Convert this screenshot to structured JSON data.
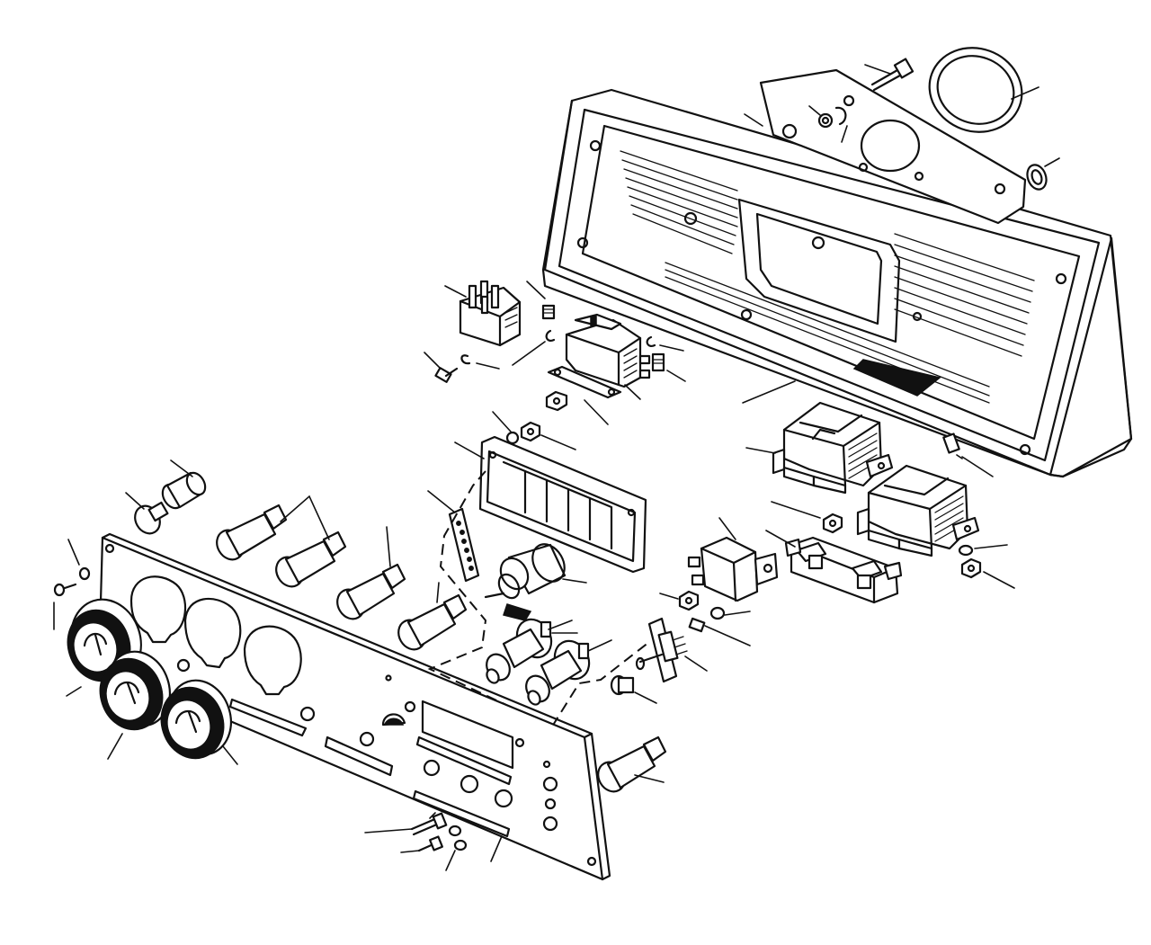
{
  "diagram": {
    "kind": "exploded-parts-illustration",
    "line_color": "#111111",
    "background_color": "#ffffff",
    "parts": [
      {
        "id": "instrument-housing"
      },
      {
        "id": "mounting-bracket-plate"
      },
      {
        "id": "sealing-ring-large"
      },
      {
        "id": "grommet-small"
      },
      {
        "id": "relay-four-pin"
      },
      {
        "id": "flasher-unit"
      },
      {
        "id": "warning-light-cluster"
      },
      {
        "id": "connector-strip"
      },
      {
        "id": "control-module-upper"
      },
      {
        "id": "control-module-lower"
      },
      {
        "id": "relay-bracket-mounted"
      },
      {
        "id": "fuse-holder"
      },
      {
        "id": "rotary-switch"
      },
      {
        "id": "push-switch-left"
      },
      {
        "id": "push-switch-right"
      },
      {
        "id": "toggle-switch"
      },
      {
        "id": "indicator-lamp-holder"
      },
      {
        "id": "gauge-left"
      },
      {
        "id": "gauge-middle"
      },
      {
        "id": "gauge-right"
      },
      {
        "id": "front-panel"
      }
    ]
  }
}
